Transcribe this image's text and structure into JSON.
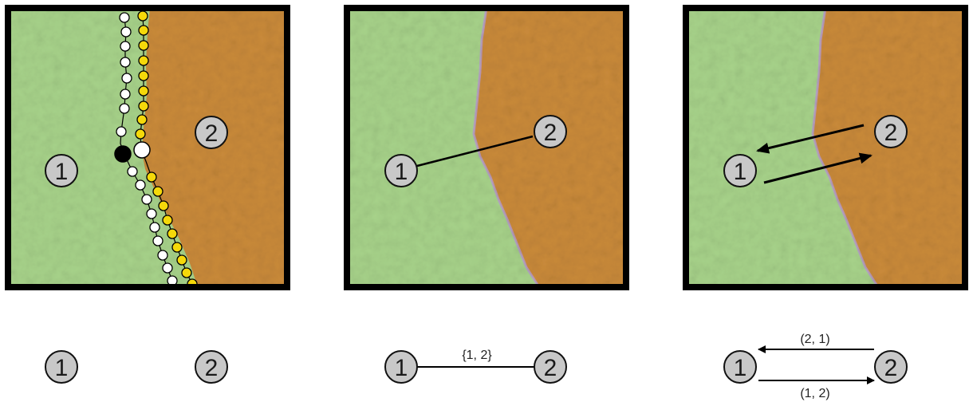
{
  "colors": {
    "region_1": "#a7d28a",
    "region_2": "#c98a3a",
    "frame": "#000000",
    "node_fill": "#c8c8c8",
    "node_stroke": "#111111",
    "boundary_yellow": "#f5d90a",
    "boundary_white": "#ffffff",
    "boundary_black": "#000000"
  },
  "panels": [
    {
      "name": "raster-panel",
      "nodes": [
        {
          "label": "1"
        },
        {
          "label": "2"
        }
      ],
      "graph_nodes": [
        {
          "label": "1"
        },
        {
          "label": "2"
        }
      ],
      "graph_edges": []
    },
    {
      "name": "undirected-panel",
      "nodes": [
        {
          "label": "1"
        },
        {
          "label": "2"
        }
      ],
      "graph_nodes": [
        {
          "label": "1"
        },
        {
          "label": "2"
        }
      ],
      "graph_edges": [
        {
          "label": "{1, 2}",
          "directed": false
        }
      ]
    },
    {
      "name": "directed-panel",
      "nodes": [
        {
          "label": "1"
        },
        {
          "label": "2"
        }
      ],
      "graph_nodes": [
        {
          "label": "1"
        },
        {
          "label": "2"
        }
      ],
      "graph_edges": [
        {
          "label": "(2, 1)",
          "directed": true
        },
        {
          "label": "(1, 2)",
          "directed": true
        }
      ]
    }
  ]
}
